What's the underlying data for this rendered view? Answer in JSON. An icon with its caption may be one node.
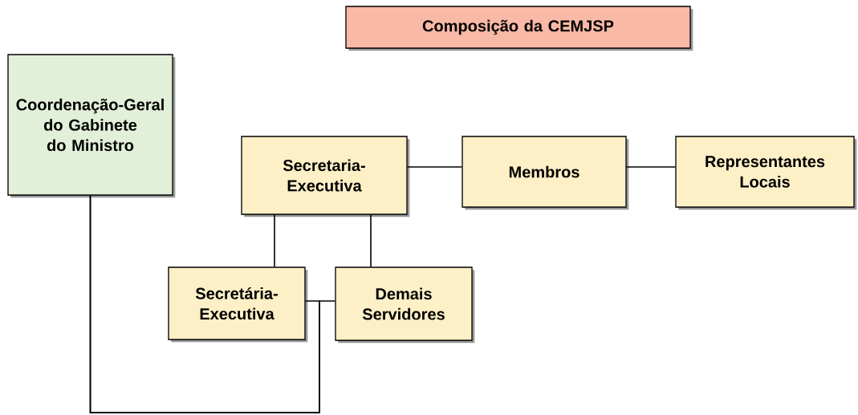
{
  "diagram": {
    "nodes": [
      {
        "text": [
          "Composição da CEMJSP"
        ]
      },
      {
        "text": [
          "Coordenação-Geral do Gabinete do Ministro"
        ]
      },
      {
        "text": [
          "Secretaria-Executiva"
        ]
      },
      {
        "text": [
          "Membros"
        ]
      },
      {
        "text": [
          "Representantes Locais"
        ]
      },
      {
        "text": [
          "Secretária-Executiva"
        ]
      },
      {
        "text": [
          "Demais Servidores"
        ]
      }
    ],
    "edges": [
      {
        "from": 2,
        "to": 3,
        "arrow": "none"
      },
      {
        "from": 3,
        "to": 4,
        "arrow": "none"
      },
      {
        "from": 2,
        "to": 5,
        "arrow": "none"
      },
      {
        "from": 2,
        "to": 6,
        "arrow": "none"
      },
      {
        "from": 1,
        "to": 5,
        "arrow": "none"
      },
      {
        "from": 1,
        "to": 6,
        "arrow": "none"
      }
    ]
  }
}
